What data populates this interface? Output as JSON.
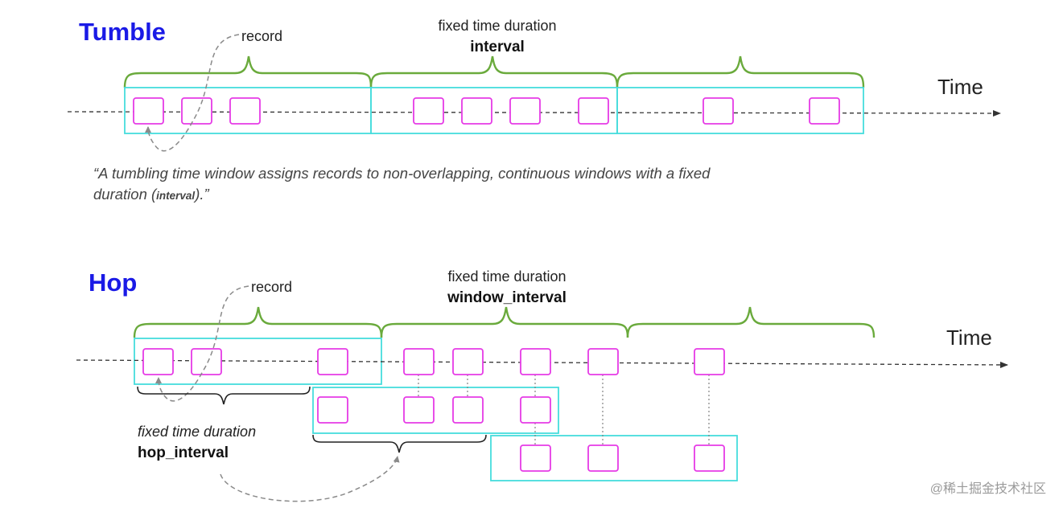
{
  "tumble": {
    "title": "Tumble",
    "record_label": "record",
    "duration_label": "fixed time duration",
    "duration_param": "interval",
    "axis_label": "Time",
    "quote_line1": "“A tumbling time window assigns records to non-overlapping, continuous windows with a fixed",
    "quote_line2_pre": "duration (",
    "quote_line2_param": "interval",
    "quote_line2_post": ").”"
  },
  "hop": {
    "title": "Hop",
    "record_label": "record",
    "duration_label": "fixed time duration",
    "duration_param": "window_interval",
    "axis_label": "Time",
    "hop_label": "fixed time duration",
    "hop_param": "hop_interval"
  },
  "watermark": "@稀土掘金技术社区",
  "colors": {
    "title": "#1a1ae6",
    "window": "#46dcdc",
    "record": "#e63be6",
    "brace": "#6aaa3c"
  }
}
